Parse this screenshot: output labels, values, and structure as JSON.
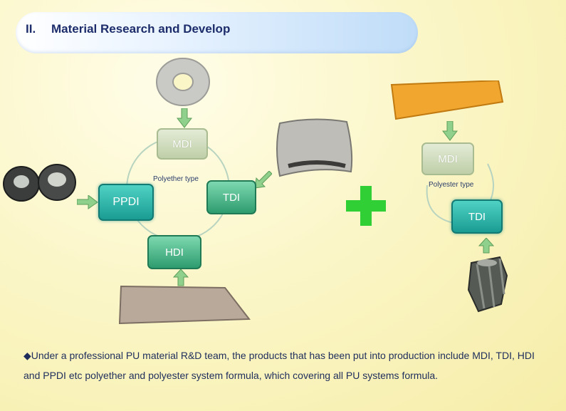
{
  "header": {
    "number": "II.",
    "title": "Material Research and Develop"
  },
  "left_diagram": {
    "mdi_label": "MDI",
    "tdi_label": "TDI",
    "hdi_label": "HDI",
    "ppdi_label": "PPDI",
    "type_label": "Polyether type"
  },
  "right_diagram": {
    "mdi_label": "MDI",
    "tdi_label": "TDI",
    "type_label": "Polyester type"
  },
  "description": "◆Under a professional  PU material R&D team, the products that has been put into production include MDI, TDI, HDI and PPDI etc polyether and polyester system formula, which covering all PU systems formula.",
  "colors": {
    "title": "#1d2d6b",
    "plus": "#2fcf35",
    "arrow": "#8fd08c"
  }
}
